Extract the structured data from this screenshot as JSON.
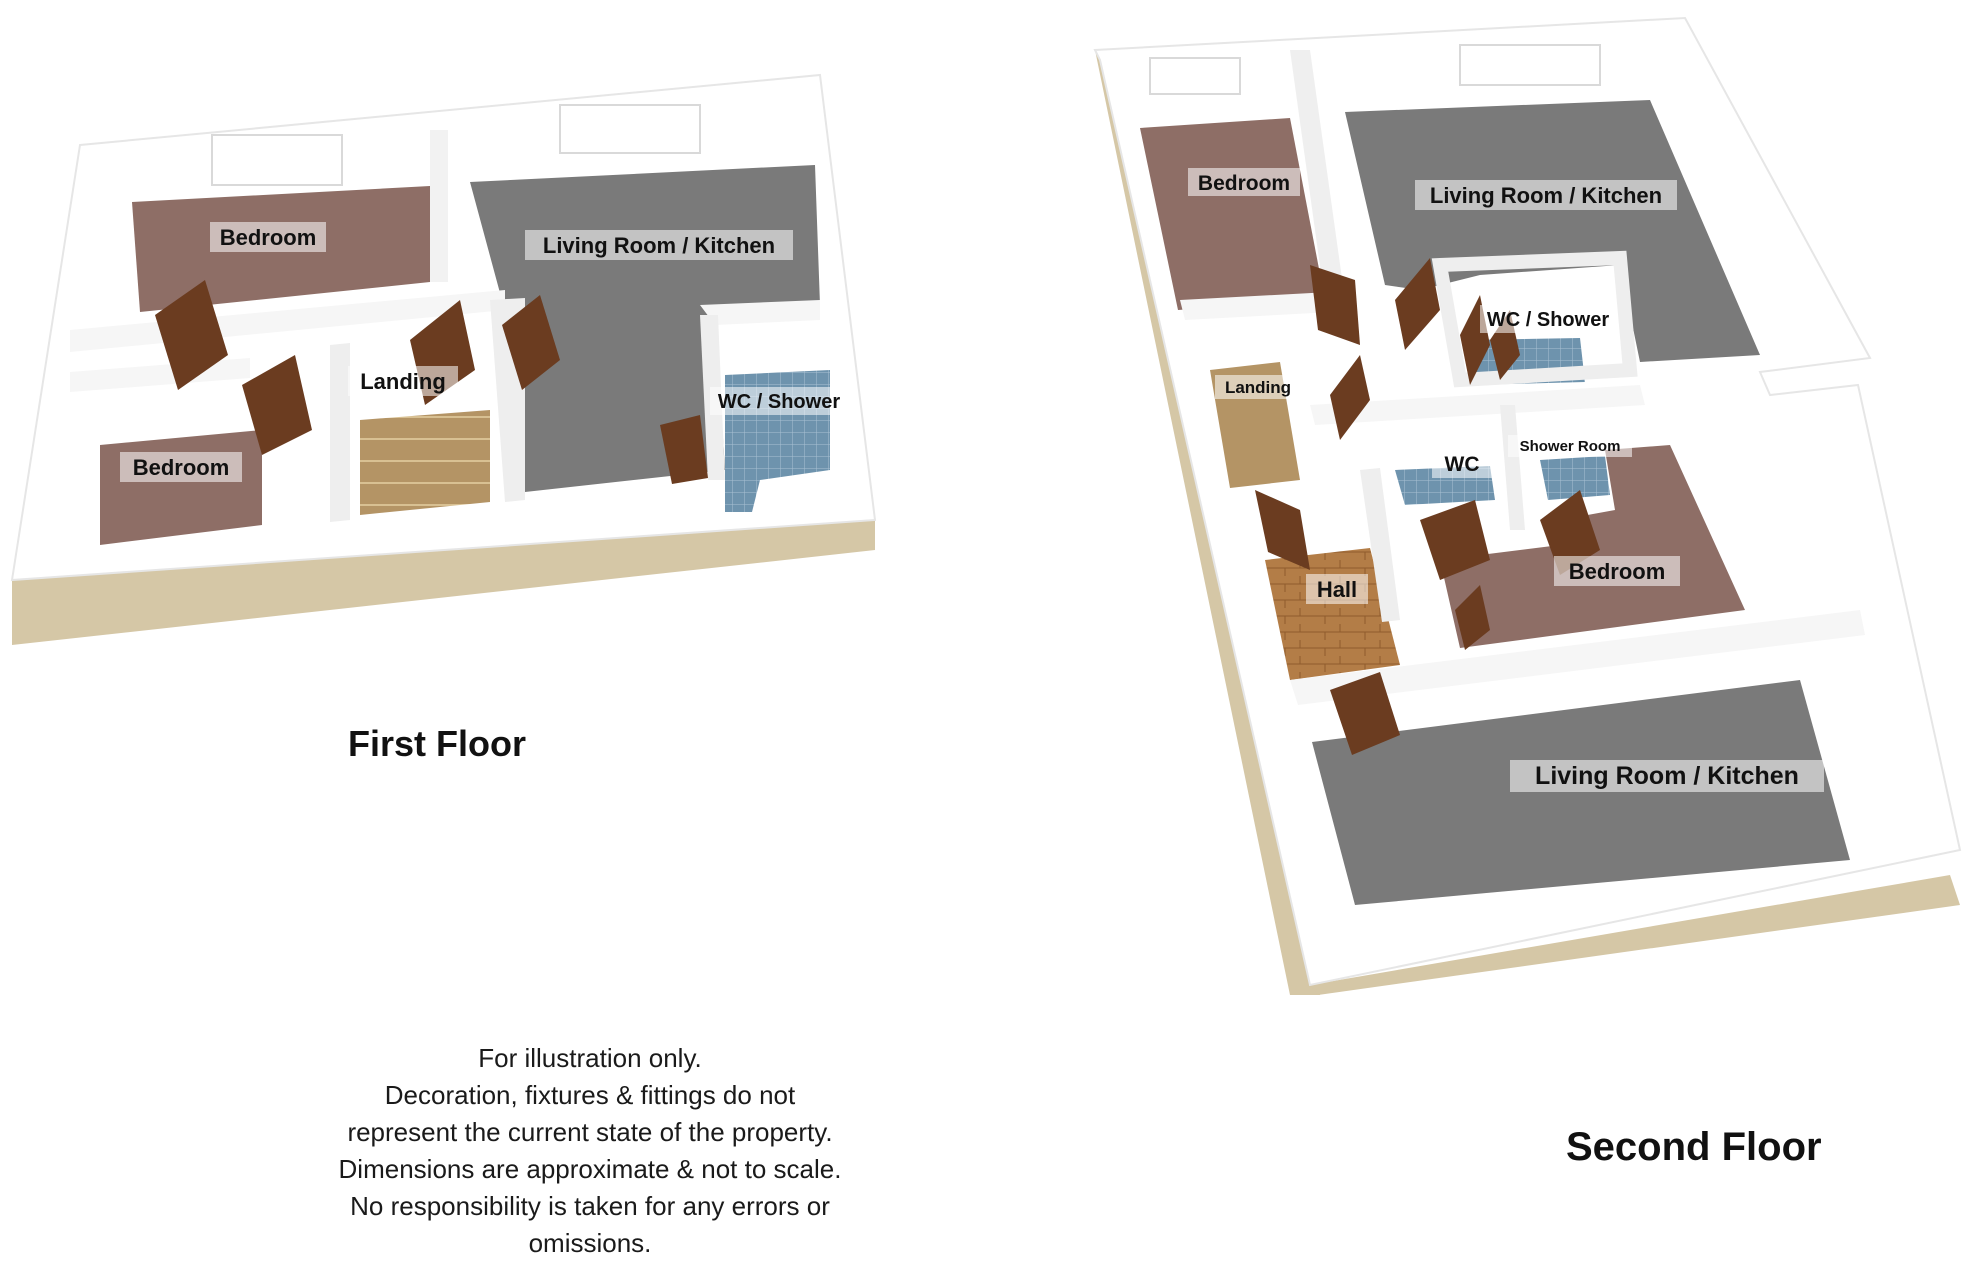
{
  "floors": [
    {
      "title": "First Floor",
      "rooms": {
        "bedroom_top": "Bedroom",
        "living_kitchen": "Living Room / Kitchen",
        "landing": "Landing",
        "wc_shower": "WC / Shower",
        "bedroom_bottom": "Bedroom"
      }
    },
    {
      "title": "Second Floor",
      "rooms": {
        "bedroom_top": "Bedroom",
        "living_kitchen_top": "Living Room / Kitchen",
        "wc_shower": "WC / Shower",
        "landing": "Landing",
        "wc": "WC",
        "shower_room": "Shower Room",
        "hall": "Hall",
        "bedroom_right": "Bedroom",
        "living_kitchen_bottom": "Living Room / Kitchen"
      }
    }
  ],
  "disclaimer": [
    "For illustration only.",
    "Decoration, fixtures & fittings do not",
    "represent the current state of the property.",
    "Dimensions are approximate & not to scale.",
    "No responsibility is taken for any errors or",
    "omissions."
  ],
  "colors": {
    "carpet": "#8e6e66",
    "vinyl": "#7a7a7a",
    "tile": "#6e93ad",
    "wood_floor": "#b07a44",
    "wall_top": "#ffffff",
    "wall_side": "#d5c7a6",
    "door": "#6b3c20"
  }
}
